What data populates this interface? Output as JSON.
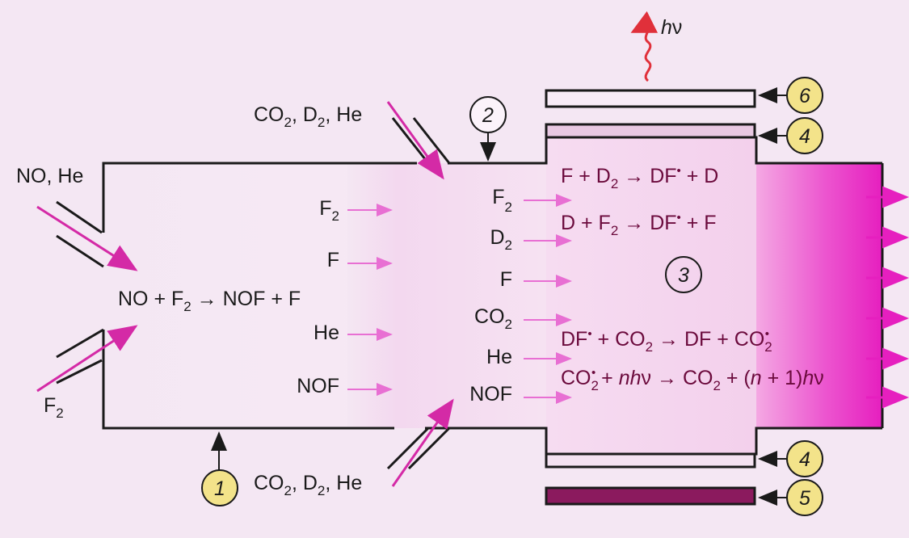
{
  "inlets": {
    "left_top": "NO, He",
    "left_bottom": "F",
    "left_bottom_sub": "2",
    "top": "CO",
    "top_sub1": "2",
    "top_mid": ", D",
    "top_sub2": "2",
    "top_end": ", He",
    "bottom": "CO",
    "bottom_sub1": "2",
    "bottom_mid": ", D",
    "bottom_sub2": "2",
    "bottom_end": ", He"
  },
  "reaction_chamber": {
    "eq_prefix": "NO + F",
    "eq_sub": "2",
    "eq_suffix": " → NOF + F"
  },
  "flow_mid": {
    "f2": "F",
    "f2_sub": "2",
    "f": "F",
    "he": "He",
    "nof": "NOF"
  },
  "flow_right": {
    "f2": "F",
    "f2_sub": "2",
    "d2": "D",
    "d2_sub": "2",
    "f": "F",
    "co2": "CO",
    "co2_sub": "2",
    "he": "He",
    "nof": "NOF"
  },
  "reactions": {
    "r1_a": "F + D",
    "r1_sub": "2",
    "r1_b": " → DF",
    "r1_sup": "•",
    "r1_c": " + D",
    "r2_a": "D + F",
    "r2_sub": "2",
    "r2_b": " → DF",
    "r2_sup": "•",
    "r2_c": " + F",
    "r3_a": "DF",
    "r3_sup1": "•",
    "r3_b": " + CO",
    "r3_sub1": "2",
    "r3_c": " → DF + CO",
    "r3_sub2": "2",
    "r3_sup2": "•",
    "r4_a": "CO",
    "r4_sub1": "2",
    "r4_sup1": "•",
    "r4_b": " + ",
    "r4_n": "nh",
    "r4_nu": "ν",
    "r4_c": " → CO",
    "r4_sub2": "2",
    "r4_d": " + (",
    "r4_n2": "n",
    "r4_e": " + 1)",
    "r4_h": "h",
    "r4_nu2": "ν"
  },
  "photon": {
    "h": "h",
    "nu": "ν"
  },
  "callouts": [
    "1",
    "2",
    "3",
    "4",
    "4",
    "5",
    "6"
  ],
  "colors": {
    "wall": "#1a1a1a",
    "flow_arrow": "#e86fd3",
    "inlet_arrow": "#d42aa6",
    "output": "#e61fbf",
    "callout_fill": "#f3e38a",
    "dark_bar": "#8b1a5e",
    "photon": "#e0303a"
  }
}
